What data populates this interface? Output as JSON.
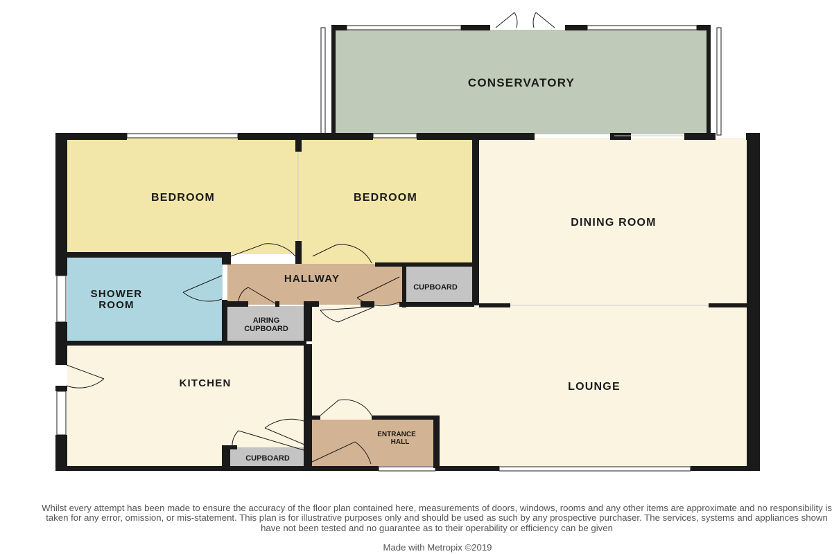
{
  "colors": {
    "bedroom": "#f2e7a9",
    "conservatory": "#bfcbb8",
    "shower": "#aed6e0",
    "hallway": "#d2b393",
    "cupboard": "#c4c4c4",
    "living": "#fbf4e1",
    "wall": "#1a1a1a"
  },
  "rooms": {
    "conservatory": "CONSERVATORY",
    "bedroom_left": "BEDROOM",
    "bedroom_right": "BEDROOM",
    "dining_room": "DINING ROOM",
    "shower_room_line1": "SHOWER",
    "shower_room_line2": "ROOM",
    "hallway": "HALLWAY",
    "cupboard_hall": "CUPBOARD",
    "airing_line1": "AIRING",
    "airing_line2": "CUPBOARD",
    "kitchen": "KITCHEN",
    "lounge": "LOUNGE",
    "entrance_line1": "ENTRANCE",
    "entrance_line2": "HALL",
    "cupboard_kitchen": "CUPBOARD"
  },
  "disclaimer": "Whilst every attempt has been made to ensure the accuracy of the floor plan contained here, measurements of doors, windows, rooms and any other items are approximate and no responsibility is taken for any error, omission, or mis-statement. This plan is for illustrative purposes only and should be used as such by any prospective purchaser. The services, systems and appliances shown have not been tested and no guarantee as to their operability or efficiency can be given",
  "credit": "Made with Metropix ©2019"
}
